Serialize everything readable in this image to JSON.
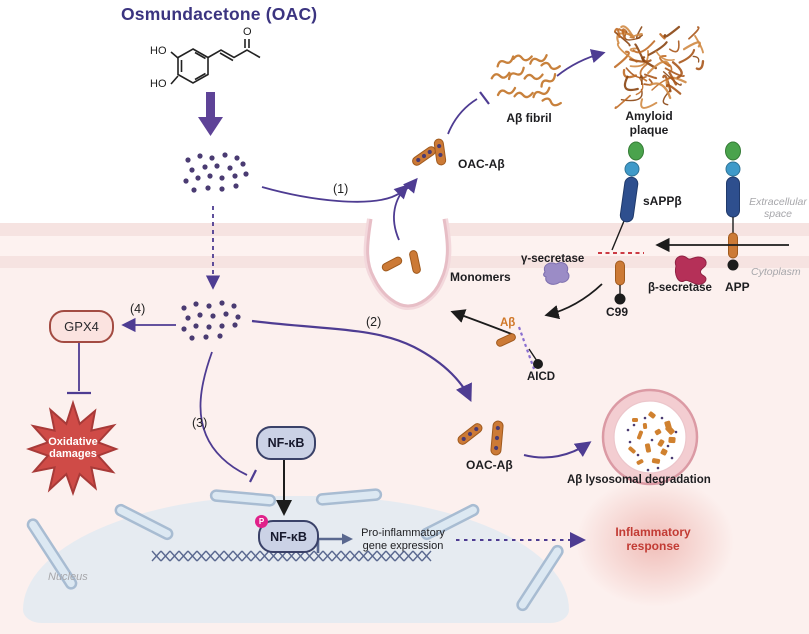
{
  "title": "Osmundacetone (OAC)",
  "chemistry": {
    "ho_top": "HO",
    "ho_bottom": "HO",
    "carbonyl_o": "O"
  },
  "extracellular": {
    "abeta_fibril": "Aβ fibril",
    "amyloid_plaque": "Amyloid plaque",
    "oac_abeta": "OAC-Aβ",
    "space_label": "Extracellular space"
  },
  "membrane": {
    "monomers": "Monomers",
    "sappb": "sAPPβ",
    "app": "APP"
  },
  "cytoplasm": {
    "label": "Cytoplasm",
    "beta_secretase": "β-secretase",
    "gamma_secretase": "γ-secretase",
    "c99": "C99",
    "abeta": "Aβ",
    "aicd": "AICD",
    "gpx4": "GPX4",
    "oxidative_damages": "Oxidative damages",
    "nfkb": "NF-κB",
    "oac_abeta": "OAC-Aβ",
    "lysosomal": "Aβ lysosomal degradation",
    "inflammatory": "Inflammatory response"
  },
  "nucleus": {
    "label": "Nucleus",
    "nfkb": "NF-κB",
    "phospho": "P",
    "pro_inflammatory": "Pro-inflammatory gene expression"
  },
  "steps": {
    "s1": "(1)",
    "s2": "(2)",
    "s3": "(3)",
    "s4": "(4)"
  },
  "colors": {
    "title_text": "#3b3480",
    "arrow_purple": "#4e3c92",
    "arrow_black": "#1c1c1c",
    "oac_dot": "#4a3b72",
    "abeta_orange": "#cc7a36",
    "abeta_border": "#a05a1e",
    "abeta_label": "#d07828",
    "fibril_orange": "#c8813c",
    "membrane_pink": "#f6e3e1",
    "membrane_mid": "#fdf2f0",
    "cytoplasm_pink": "#fcf0ee",
    "pit_border": "#e7bec6",
    "pit_halo": "#f3d8dc",
    "app_navy": "#2e4f8e",
    "app_green": "#4aa34c",
    "app_blue": "#3f9ac9",
    "beta_secretase": "#b53058",
    "gamma_secretase": "#9b8cc6",
    "red_dash": "#cc3a44",
    "cleave_dash": "#8a6fd0",
    "gpx4_fill": "#fbe3e0",
    "gpx4_border": "#a34b42",
    "star_red": "#cf4b47",
    "star_border": "#a83a38",
    "nfkb_fill": "#cbd2e6",
    "nfkb_border": "#3a4168",
    "phospho_pink": "#e0218a",
    "nucleus_fill": "#e6ebf1",
    "capsule_fill": "#dce8f2",
    "capsule_border": "#a8bcd2",
    "dna_blue": "#5a688f",
    "inflammatory_red": "#c23b34",
    "muted_label": "#a7a7ab",
    "lysosome_ring": "#f3cdd1",
    "lysosome_border": "#db9aa4",
    "plaque_brown": "#b5651d"
  }
}
